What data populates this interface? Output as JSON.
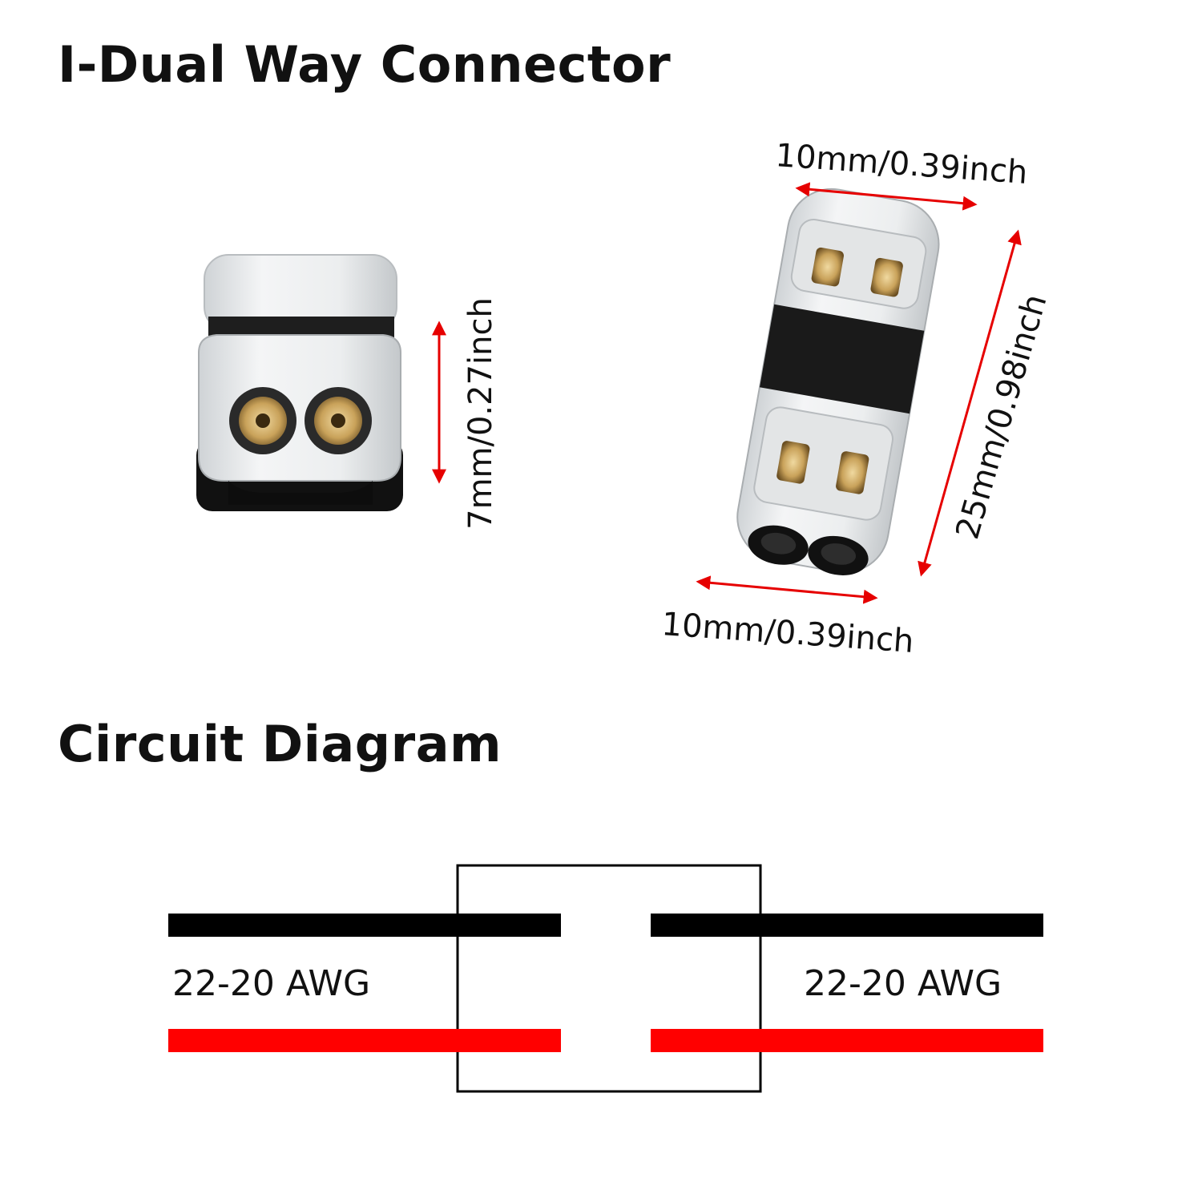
{
  "titles": {
    "main": "I-Dual Way Connector",
    "circuit": "Circuit Diagram"
  },
  "dimensions": {
    "height_front": "7mm/0.27inch",
    "width_top": "10mm/0.39inch",
    "length_side": "25mm/0.98inch",
    "width_bottom": "10mm/0.39inch"
  },
  "circuit": {
    "left_gauge": "22-20 AWG",
    "right_gauge": "22-20 AWG"
  },
  "colors": {
    "arrow": "#e60000",
    "wire_black": "#000000",
    "wire_red": "#ff0000",
    "housing_clear": "#e8eaec",
    "housing_dark": "#1a1a1a",
    "contact_brass": "#c9a25a"
  }
}
